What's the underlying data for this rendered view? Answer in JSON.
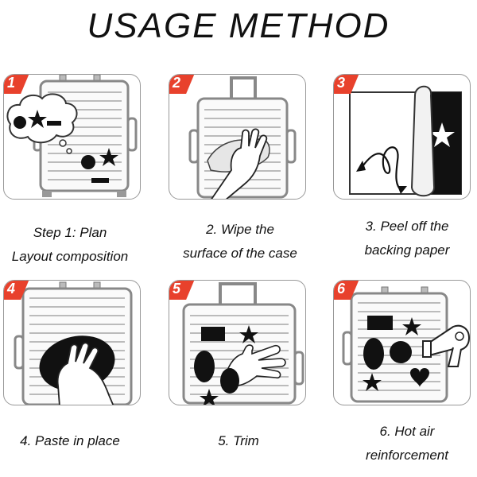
{
  "title": "USAGE METHOD",
  "steps": [
    {
      "number": "1",
      "caption_line1": "Step 1: Plan",
      "caption_line2": "Layout composition"
    },
    {
      "number": "2",
      "caption_line1": "2. Wipe the",
      "caption_line2": "surface of the case"
    },
    {
      "number": "3",
      "caption_line1": "3. Peel off the",
      "caption_line2": "backing paper"
    },
    {
      "number": "4",
      "caption_line1": "4. Paste in place",
      "caption_line2": ""
    },
    {
      "number": "5",
      "caption_line1": "5. Trim",
      "caption_line2": ""
    },
    {
      "number": "6",
      "caption_line1": "6. Hot air",
      "caption_line2": "reinforcement"
    }
  ],
  "colors": {
    "badge": "#e8412c",
    "ink": "#111111",
    "line": "#888888"
  }
}
